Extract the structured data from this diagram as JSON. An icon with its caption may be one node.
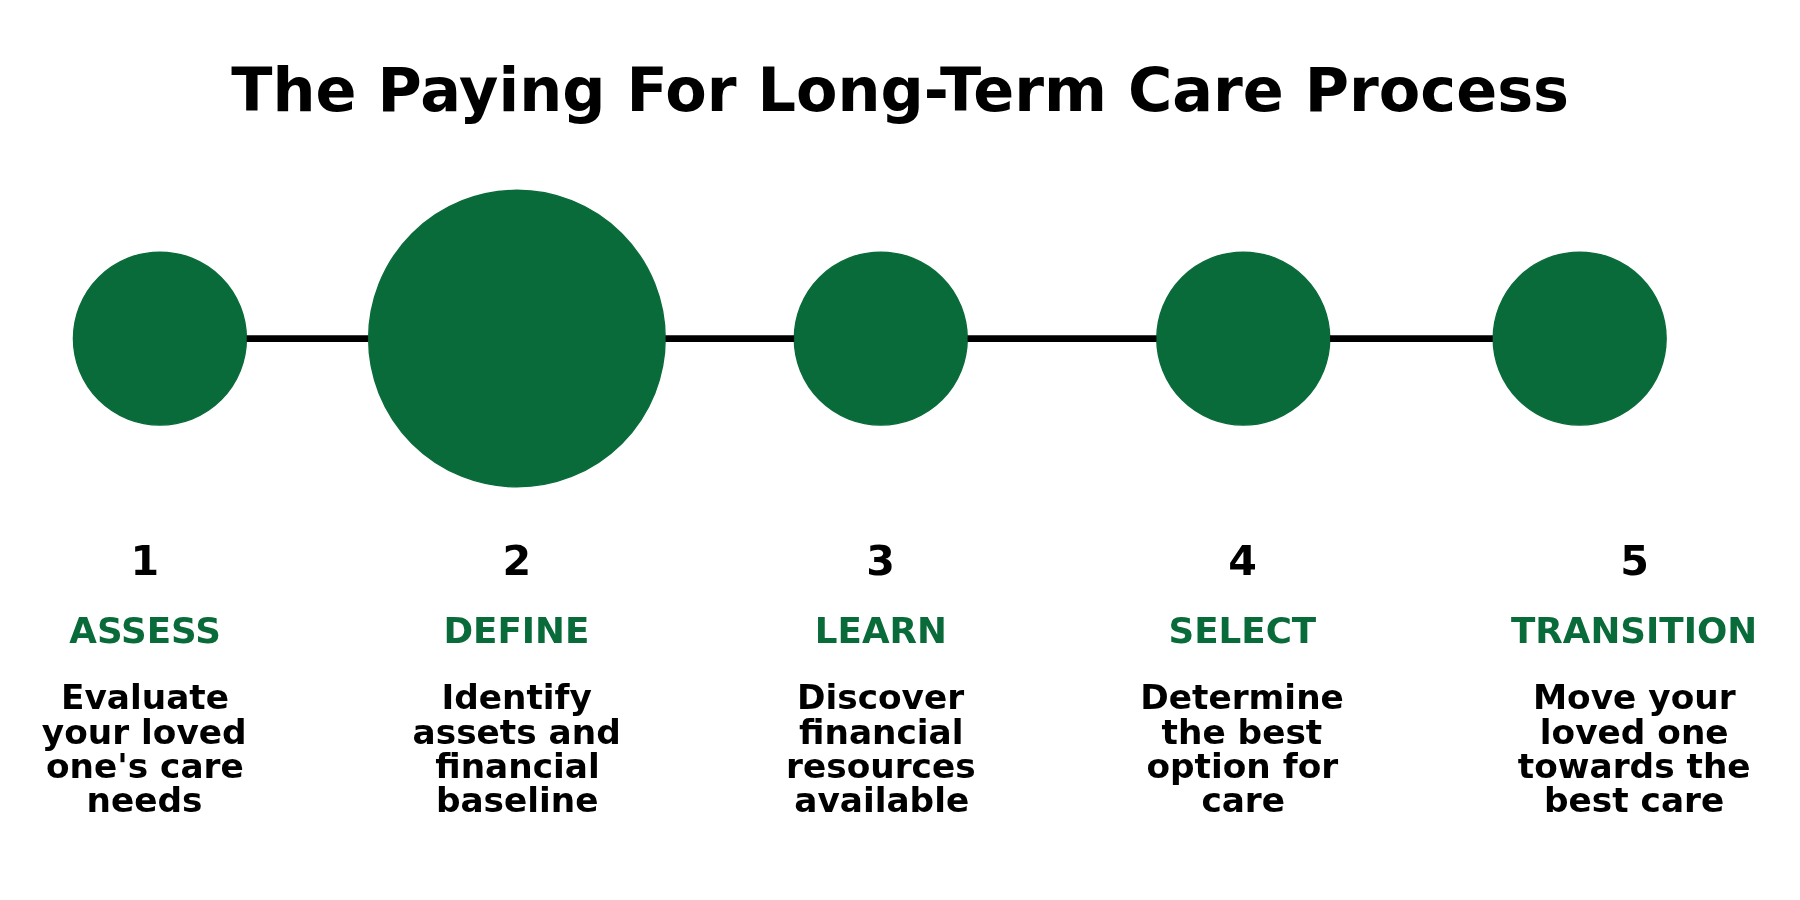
{
  "diagram": {
    "title": "The Paying For Long-Term Care Process",
    "nodes": [
      {
        "text": [],
        "shape": "circle",
        "beside": [
          "1",
          "ASSESS",
          "Evaluate your loved one's care needs"
        ]
      },
      {
        "text": [],
        "shape": "circle",
        "beside": [
          "2",
          "DEFINE",
          "Identify assets and financial baseline"
        ]
      },
      {
        "text": [],
        "shape": "circle",
        "beside": [
          "3",
          "LEARN",
          "Discover financial resources available"
        ]
      },
      {
        "text": [],
        "shape": "circle",
        "beside": [
          "4",
          "SELECT",
          "Determine the best option for care"
        ]
      },
      {
        "text": [],
        "shape": "circle",
        "beside": [
          "5",
          "TRANSITION",
          "Move your loved one towards the best care"
        ]
      }
    ],
    "edges": [
      {
        "from": 0,
        "to": 1,
        "arrow": "none"
      },
      {
        "from": 1,
        "to": 2,
        "arrow": "none"
      },
      {
        "from": 2,
        "to": 3,
        "arrow": "none"
      },
      {
        "from": 3,
        "to": 4,
        "arrow": "none"
      }
    ]
  }
}
